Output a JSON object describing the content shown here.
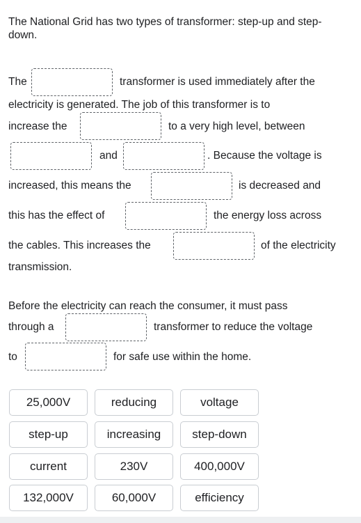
{
  "intro": "The National Grid has two types of transformer: step-up and step-down.",
  "p1": {
    "the": "The",
    "after_blank1": "transformer is used immediately after the",
    "line2": "electricity is generated. The job of this transformer is to",
    "increase_the": "increase the",
    "to_very_high": "to a very high level, between",
    "and": "and",
    "because": ". Because the voltage is",
    "increased_means": "increased, this means the",
    "is_decreased": "is decreased and",
    "effect_of": "this has the effect of",
    "energy_loss": "the energy loss across",
    "cables_increases": "the cables. This increases the",
    "of_electricity": "of the electricity",
    "transmission": "transmission."
  },
  "p2": {
    "before": "Before the electricity can reach the consumer, it must pass",
    "through_a": "through a",
    "reduce_voltage": "transformer to reduce the voltage",
    "to": "to",
    "safe_use": "for safe use within the home."
  },
  "word_bank": [
    "25,000V",
    "reducing",
    "voltage",
    "step-up",
    "increasing",
    "step-down",
    "current",
    "230V",
    "400,000V",
    "132,000V",
    "60,000V",
    "efficiency"
  ]
}
